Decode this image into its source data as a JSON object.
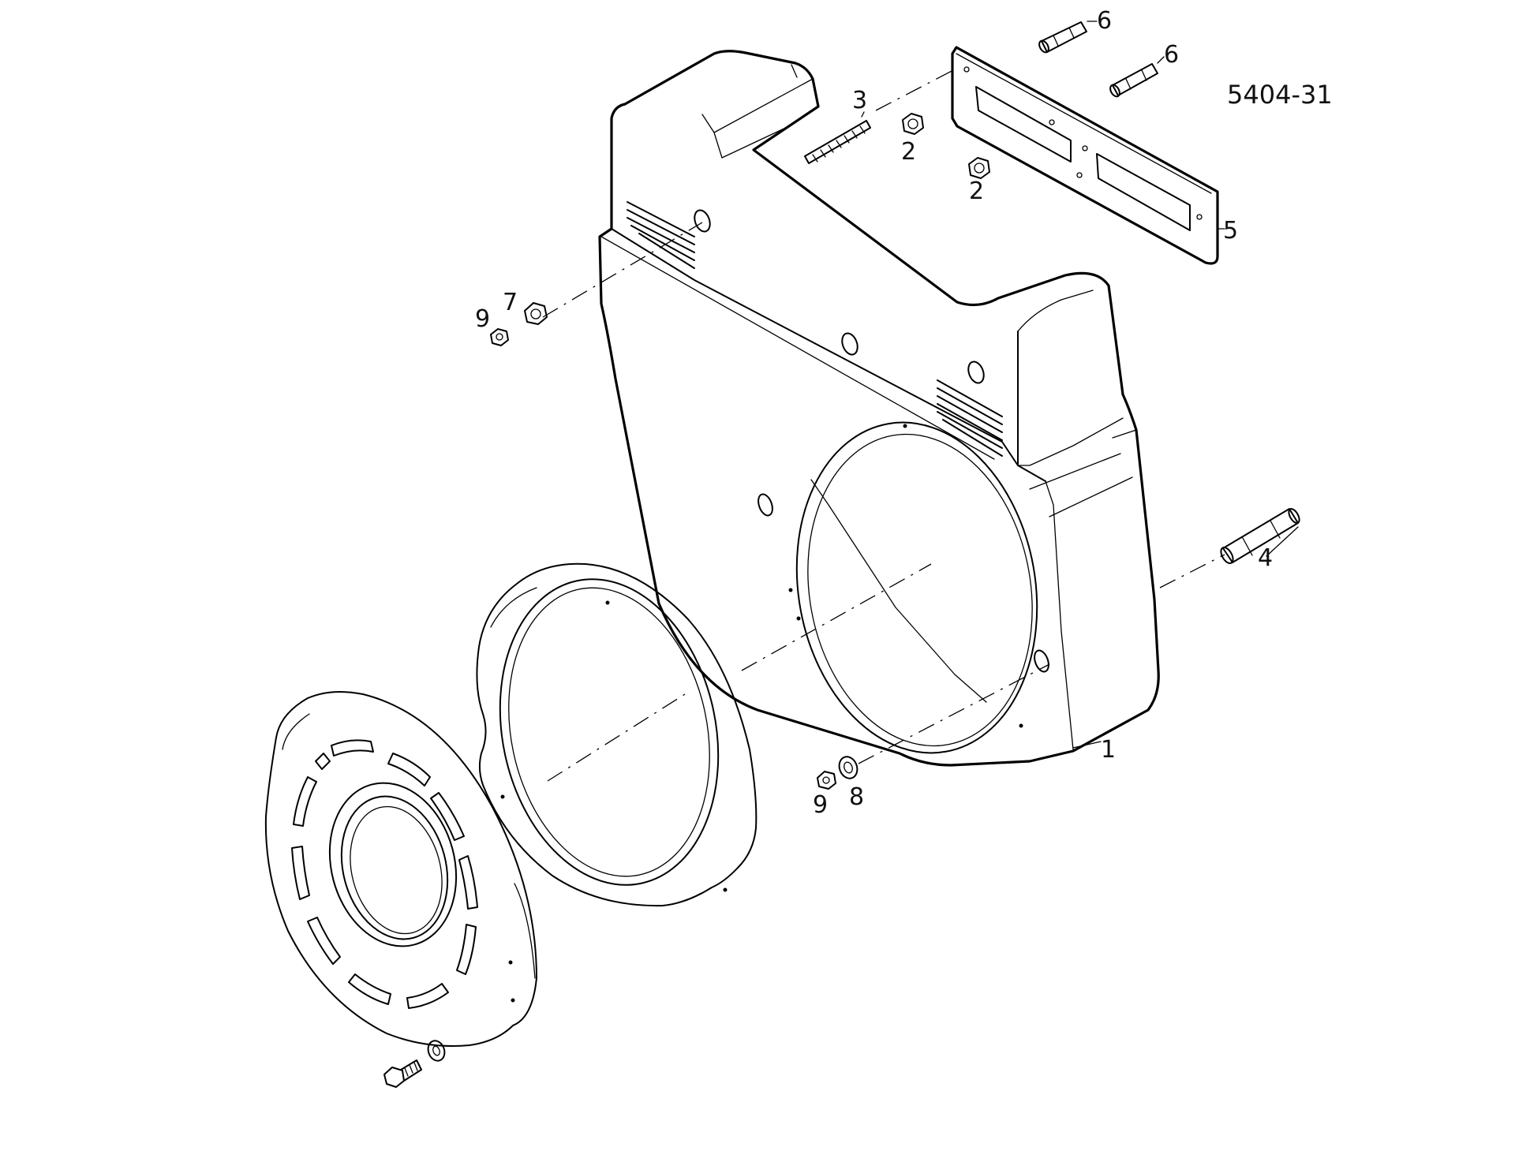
{
  "drawing_number": "5404-31",
  "callouts": {
    "c1": "1",
    "c2a": "2",
    "c2b": "2",
    "c3": "3",
    "c4": "4",
    "c5": "5",
    "c6a": "6",
    "c6b": "6",
    "c7": "7",
    "c8": "8",
    "c9a": "9",
    "c9b": "9"
  }
}
